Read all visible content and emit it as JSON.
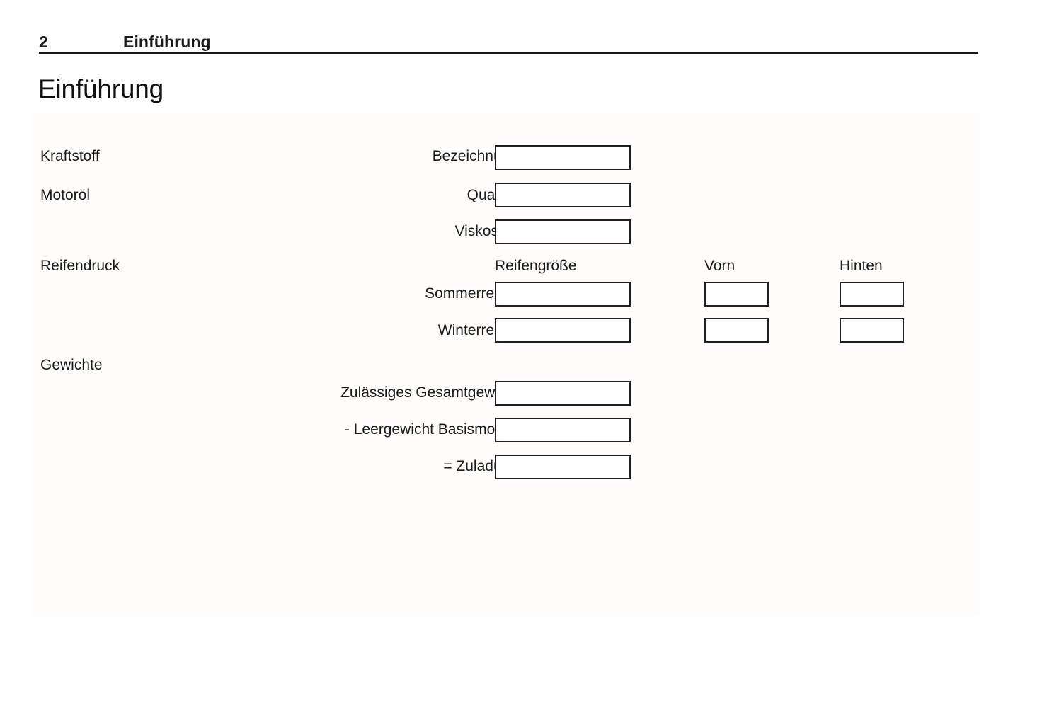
{
  "header": {
    "folio": "2",
    "chapter": "Einführung"
  },
  "page_title": "Einführung",
  "sections": [
    {
      "label": "Kraftstoff",
      "rows": [
        {
          "label": "Bezeichnung",
          "value": "",
          "placeholder": ""
        }
      ]
    },
    {
      "label": "Motoröl",
      "rows": [
        {
          "label": "Qualität",
          "value": "",
          "placeholder": ""
        },
        {
          "label": "Viskosität",
          "value": "",
          "placeholder": ""
        }
      ]
    },
    {
      "label": "Reifendruck",
      "columns": [
        "Reifengröße",
        "Vorn",
        "Hinten"
      ],
      "rows": [
        {
          "label": "Sommerreifen",
          "size": "",
          "front": "",
          "rear": ""
        },
        {
          "label": "Winterreifen",
          "size": "",
          "front": "",
          "rear": ""
        }
      ]
    },
    {
      "label": "Gewichte",
      "rows": [
        {
          "label": "Zulässiges Gesamtgewicht",
          "value": "",
          "placeholder": ""
        },
        {
          "label": "- Leergewicht Basismodell",
          "value": "",
          "placeholder": ""
        },
        {
          "label": "= Zuladung",
          "value": "",
          "placeholder": ""
        }
      ]
    }
  ],
  "colors": {
    "text": "#1a1a1a",
    "rule": "#1a1a1a",
    "box_border": "#1f1f1f",
    "panel_background": "#fefdfb",
    "page_background": "#ffffff"
  }
}
